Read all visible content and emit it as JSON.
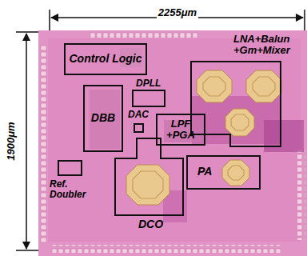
{
  "diagram": {
    "nodes": [
      {
        "text": [
          "Control Logic"
        ]
      },
      {
        "text": [
          "LNA+Balun +Gm+Mixer"
        ]
      },
      {
        "text": [
          "DPLL"
        ]
      },
      {
        "text": [
          "DBB"
        ]
      },
      {
        "text": [
          "DAC"
        ]
      },
      {
        "text": [
          "LPF +PGA"
        ]
      },
      {
        "text": [
          "PA"
        ]
      },
      {
        "text": [
          "Ref. Doubler"
        ]
      },
      {
        "text": [
          "DCO"
        ]
      }
    ],
    "labels": [
      "2255μm",
      "1900μm"
    ]
  }
}
